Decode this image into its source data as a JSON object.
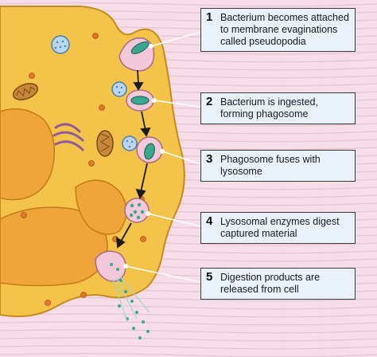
{
  "steps": [
    {
      "number": "1",
      "text": "Bacterium becomes attached to membrane evaginations called pseudopodia"
    },
    {
      "number": "2",
      "text": "Bacterium is ingested, forming phagosome"
    },
    {
      "number": "3",
      "text": "Phagosome fuses with lysosome"
    },
    {
      "number": "4",
      "text": "Lysosomal enzymes digest captured material"
    },
    {
      "number": "5",
      "text": "Digestion products are released from cell"
    }
  ],
  "colors": {
    "cytoplasm": "#f4c44a",
    "cytoplasm_edge": "#c48a1e",
    "nucleus": "#f0a53a",
    "background": "#f6dde8",
    "box_fill": "#e9f1fb",
    "bacterium": "#3aa88f",
    "vesicle": "#f3c8d8",
    "lysosome": "#b8d6ee"
  }
}
